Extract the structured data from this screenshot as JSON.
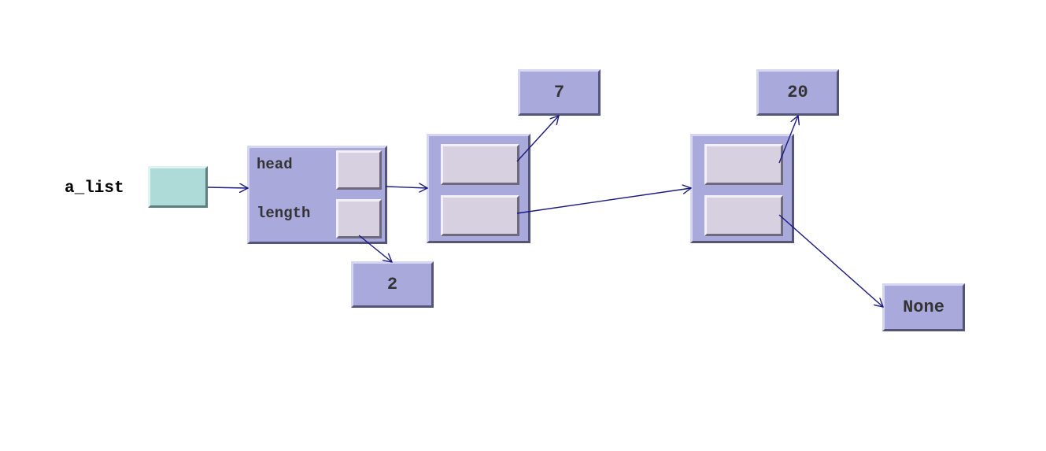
{
  "variable": {
    "name": "a_list"
  },
  "list_object": {
    "head_label": "head",
    "length_label": "length"
  },
  "length_value": "2",
  "nodes": [
    {
      "value": "7"
    },
    {
      "value": "20"
    }
  ],
  "terminal": "None",
  "colors": {
    "box": "#a9a9dc",
    "variable_box": "#aedbd8",
    "slot": "#d6d0e0",
    "arrow": "#1a1a80"
  }
}
